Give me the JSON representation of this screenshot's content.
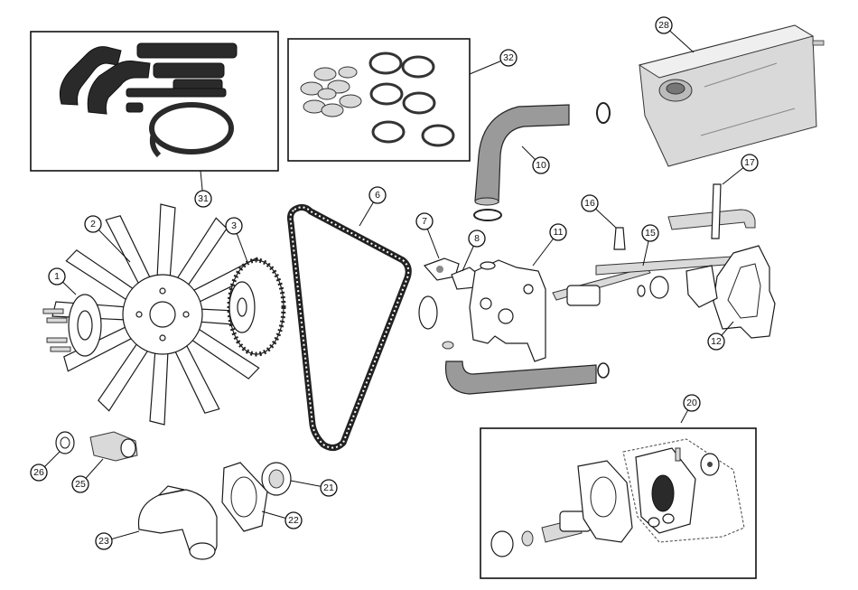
{
  "diagram": {
    "callouts": [
      {
        "id": "c1",
        "label": "1"
      },
      {
        "id": "c2",
        "label": "2"
      },
      {
        "id": "c3",
        "label": "3"
      },
      {
        "id": "c6",
        "label": "6"
      },
      {
        "id": "c7",
        "label": "7"
      },
      {
        "id": "c8",
        "label": "8"
      },
      {
        "id": "c10",
        "label": "10"
      },
      {
        "id": "c11",
        "label": "11"
      },
      {
        "id": "c12",
        "label": "12"
      },
      {
        "id": "c15",
        "label": "15"
      },
      {
        "id": "c16",
        "label": "16"
      },
      {
        "id": "c17",
        "label": "17"
      },
      {
        "id": "c20",
        "label": "20"
      },
      {
        "id": "c21",
        "label": "21"
      },
      {
        "id": "c22",
        "label": "22"
      },
      {
        "id": "c23",
        "label": "23"
      },
      {
        "id": "c25",
        "label": "25"
      },
      {
        "id": "c26",
        "label": "26"
      },
      {
        "id": "c28",
        "label": "28"
      },
      {
        "id": "c31",
        "label": "31"
      },
      {
        "id": "c32",
        "label": "32"
      }
    ]
  }
}
